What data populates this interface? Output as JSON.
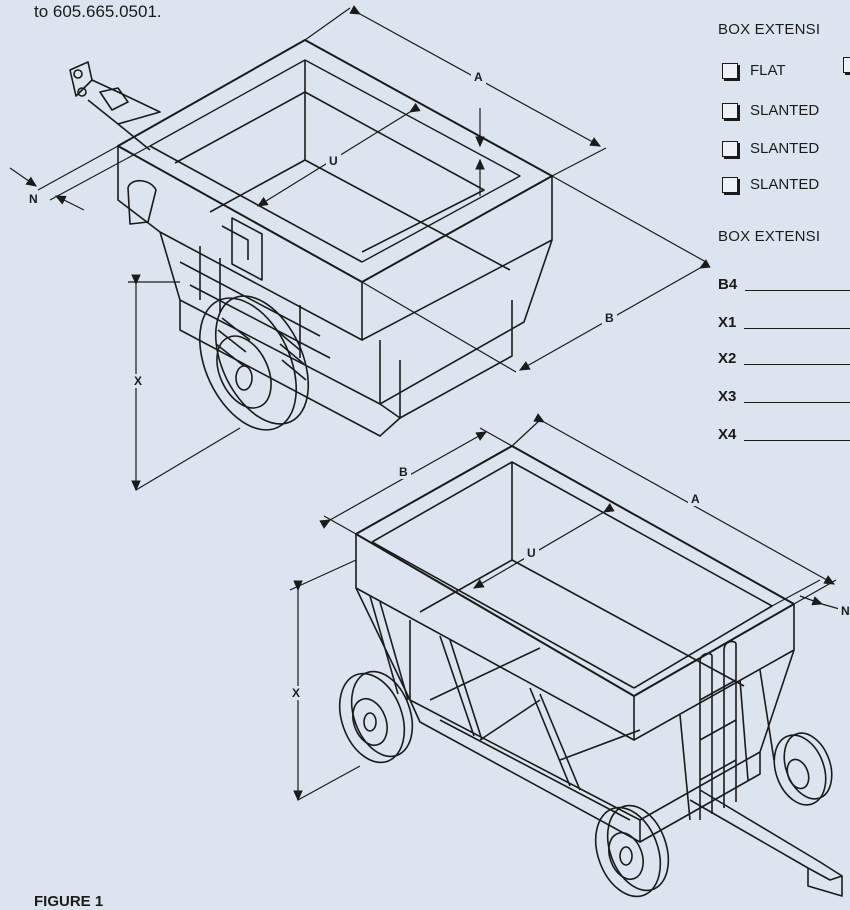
{
  "intro_text": "to 605.665.0501.",
  "box_extension_header_1": "BOX EXTENSI",
  "options": [
    {
      "label": "FLAT",
      "checked": false
    },
    {
      "label": "",
      "checked": false
    },
    {
      "label": "SLANTED",
      "checked": false
    },
    {
      "label": "SLANTED",
      "checked": false
    },
    {
      "label": "SLANTED",
      "checked": false
    }
  ],
  "box_extension_header_2": "BOX EXTENSI",
  "fields": [
    "B4",
    "X1",
    "X2",
    "X3",
    "X4"
  ],
  "dimension_labels": {
    "A": "A",
    "U": "U",
    "N": "N",
    "B": "B",
    "X": "X",
    "A2": "A",
    "U2": "U",
    "N2": "N",
    "B2": "B",
    "X2": "X"
  },
  "figure_label": "FIGURE 1"
}
